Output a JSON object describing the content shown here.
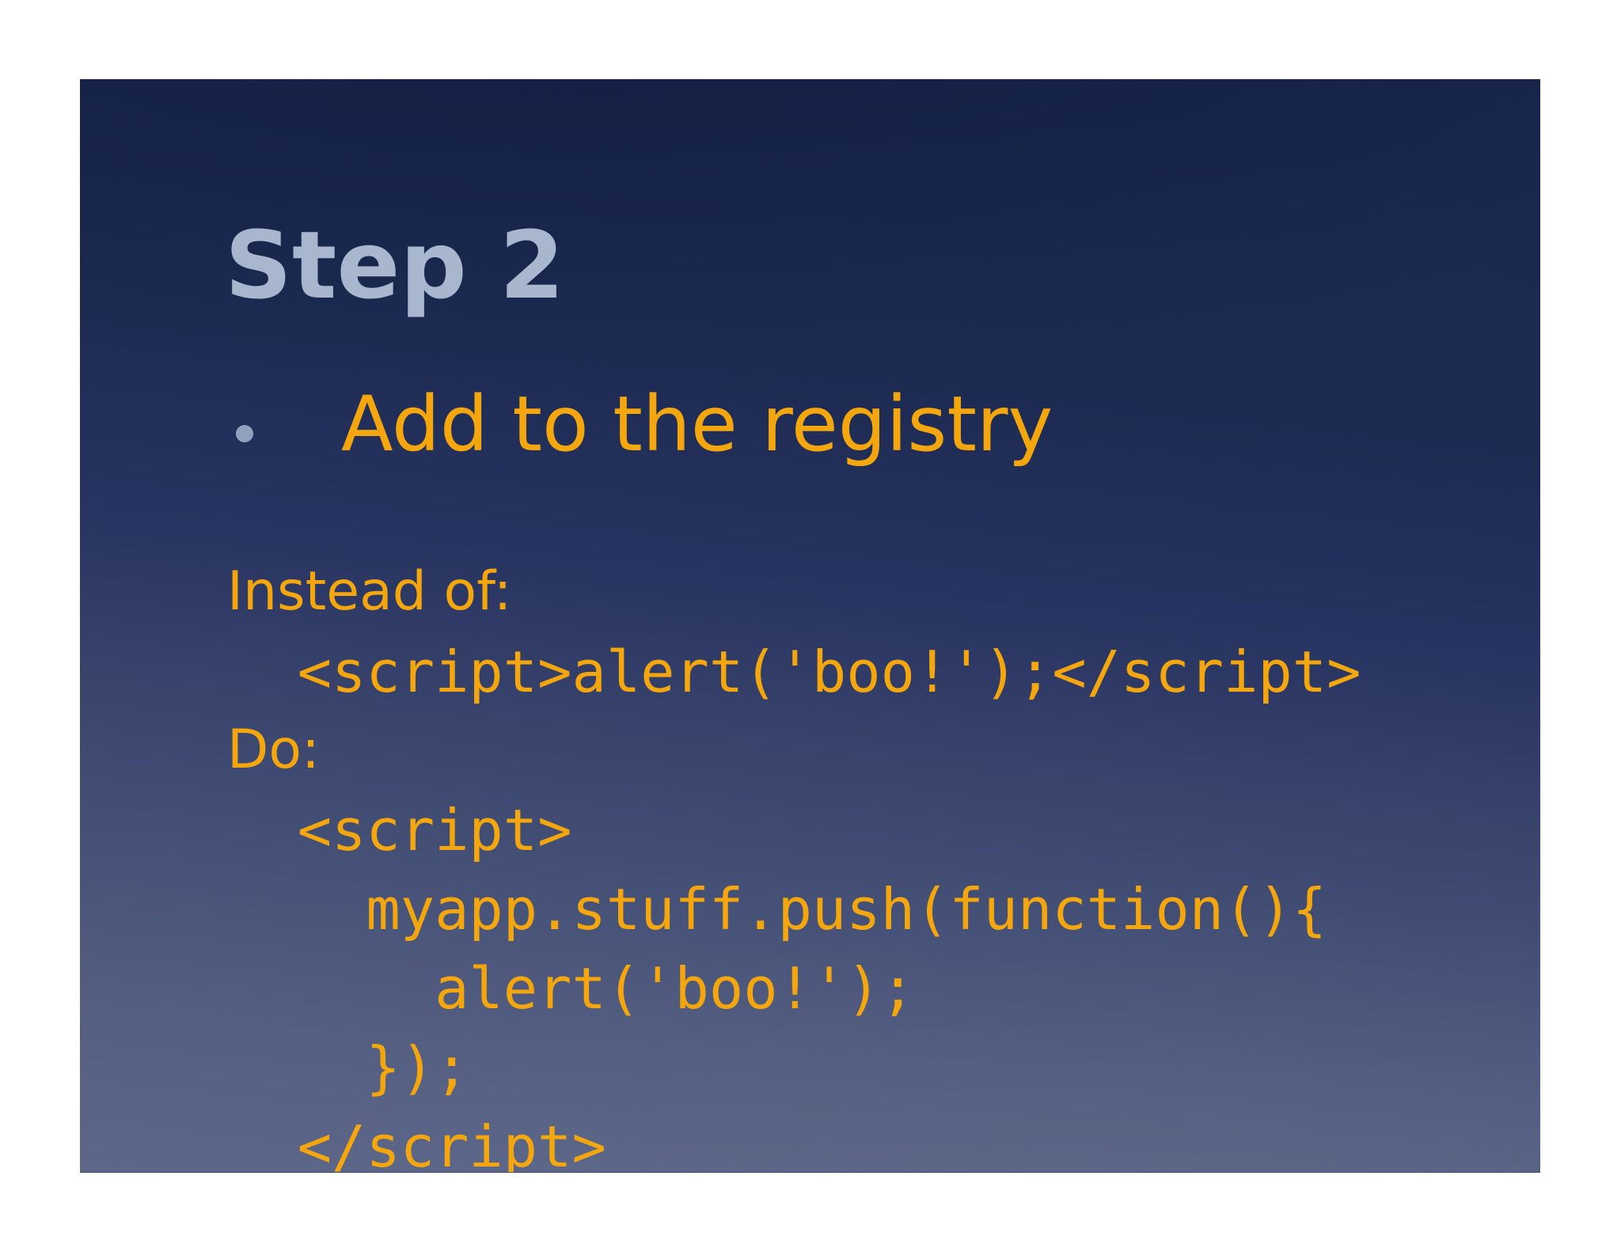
{
  "slide": {
    "title": "Step 2",
    "bullet": {
      "label": "Add to the registry"
    },
    "body": {
      "lines": [
        {
          "kind": "label",
          "text": "Instead of:"
        },
        {
          "kind": "code",
          "text": "  <script>alert('boo!');</script>"
        },
        {
          "kind": "label",
          "text": "Do:"
        },
        {
          "kind": "code",
          "text": "  <script>"
        },
        {
          "kind": "code",
          "text": "    myapp.stuff.push(function(){"
        },
        {
          "kind": "code",
          "text": "      alert('boo!');"
        },
        {
          "kind": "code",
          "text": "    });"
        },
        {
          "kind": "code",
          "text": "  </script>"
        }
      ]
    },
    "colors": {
      "text_gold": "#F3A60D",
      "title_steel_blue": "#A8B7CD",
      "bullet_dot": "#90A1BE",
      "background_top": "#1A2850",
      "background_bottom": "#5D6789",
      "page_margin": "#FFFFFF"
    }
  }
}
